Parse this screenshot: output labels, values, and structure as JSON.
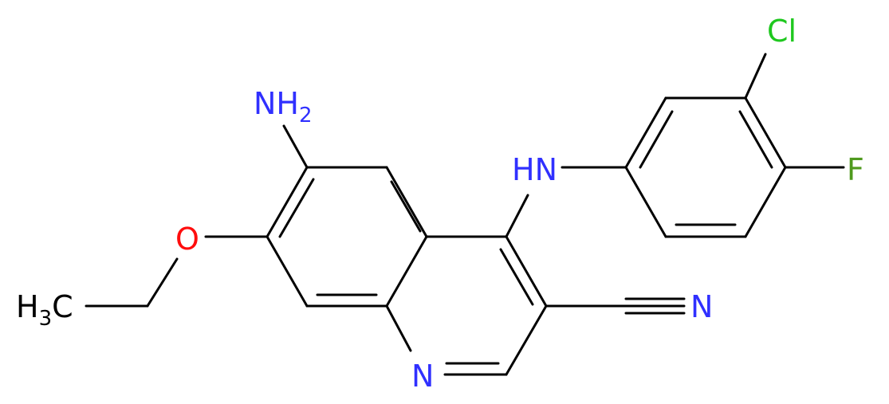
{
  "molecule": {
    "atoms": {
      "nh2": {
        "main": "NH",
        "sub": "2",
        "color": "#3030ff"
      },
      "hn": {
        "text": "HN",
        "color": "#3030ff"
      },
      "cl": {
        "text": "Cl",
        "color": "#1fc81f"
      },
      "f": {
        "text": "F",
        "color": "#4f9a1e"
      },
      "o": {
        "text": "O",
        "color": "#ff0d0d"
      },
      "ch3": {
        "main": "H",
        "sub": "3",
        "tail": "C",
        "color": "#000000"
      },
      "n_nitrile": {
        "text": "N",
        "color": "#3030ff"
      },
      "n_ring": {
        "text": "N",
        "color": "#3030ff"
      }
    }
  }
}
